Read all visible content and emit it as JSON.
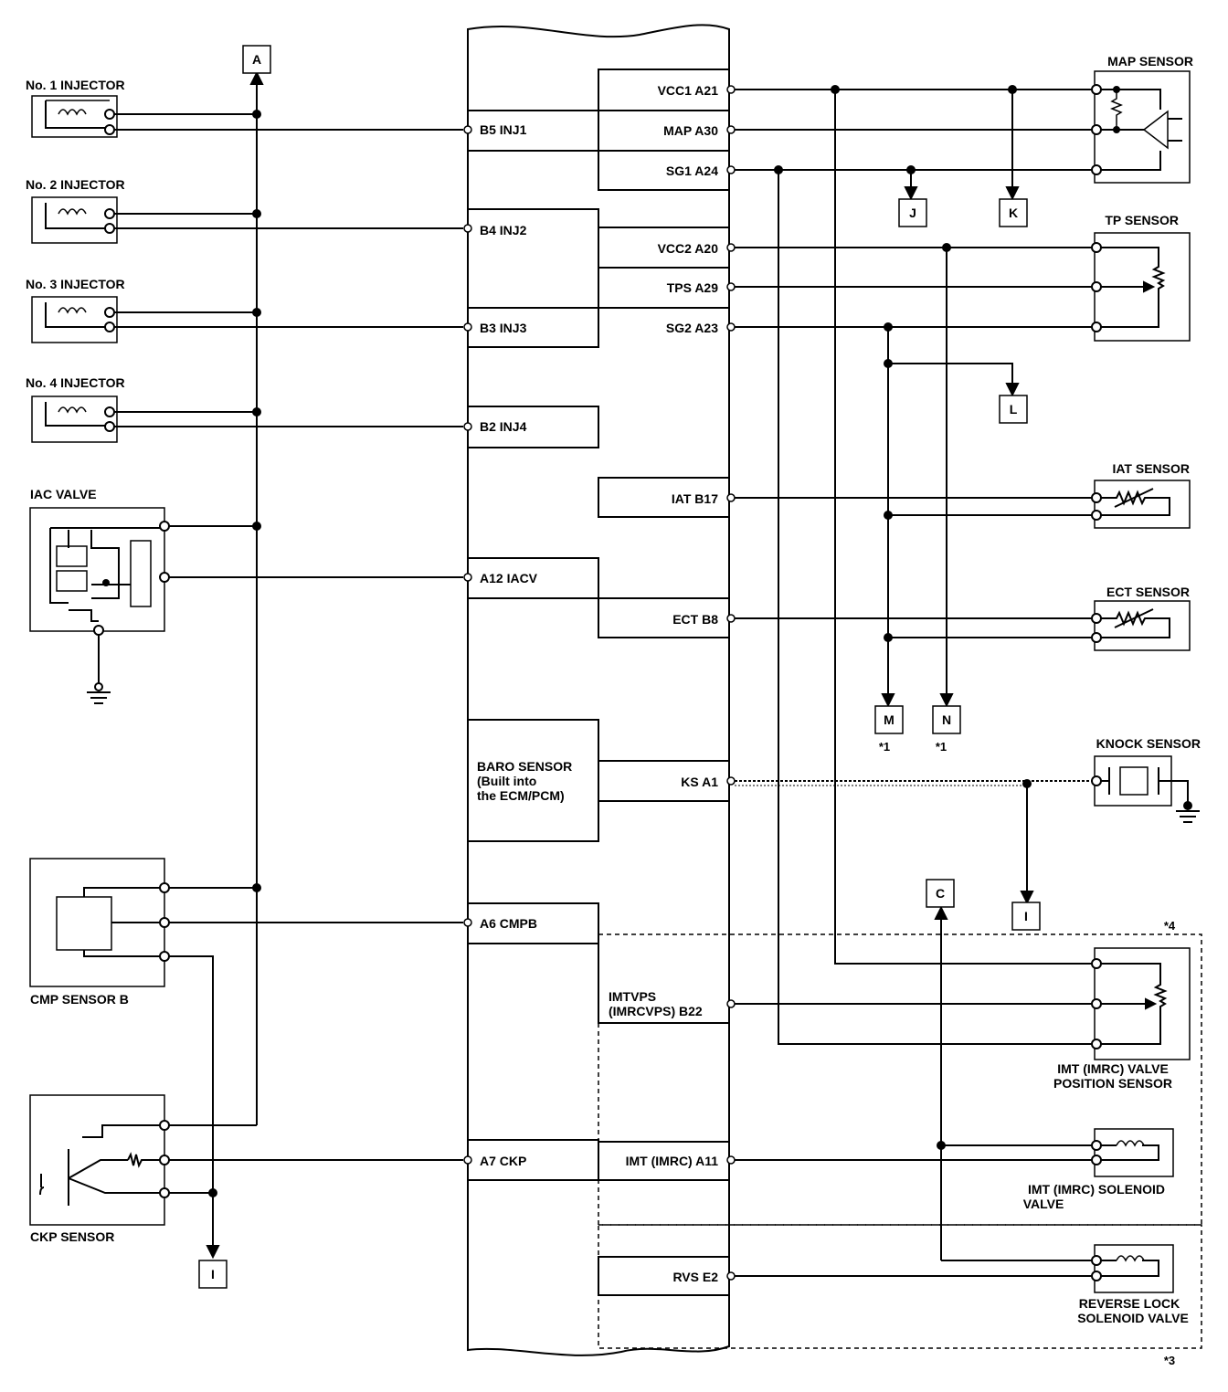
{
  "components": {
    "inj1": "No. 1 INJECTOR",
    "inj2": "No. 2 INJECTOR",
    "inj3": "No. 3 INJECTOR",
    "inj4": "No. 4 INJECTOR",
    "iac": "IAC VALVE",
    "cmp": "CMP SENSOR B",
    "ckp": "CKP SENSOR",
    "map": "MAP SENSOR",
    "tp": "TP SENSOR",
    "iat": "IAT SENSOR",
    "ect": "ECT SENSOR",
    "knock": "KNOCK SENSOR",
    "imt_pos_1": "IMT (IMRC) VALVE",
    "imt_pos_2": "POSITION SENSOR",
    "imt_sol_1": "IMT (IMRC) SOLENOID",
    "imt_sol_2": "VALVE",
    "rvs_1": "REVERSE LOCK",
    "rvs_2": "SOLENOID VALVE"
  },
  "ecm_pins_left": {
    "b5": "B5 INJ1",
    "b4": "B4 INJ2",
    "b3": "B3 INJ3",
    "b2": "B2 INJ4",
    "a12": "A12 IACV",
    "a6": "A6 CMPB",
    "a7": "A7 CKP"
  },
  "ecm_pins_right": {
    "vcc1": "VCC1 A21",
    "map": "MAP A30",
    "sg1": "SG1 A24",
    "vcc2": "VCC2 A20",
    "tps": "TPS A29",
    "sg2": "SG2 A23",
    "iat": "IAT B17",
    "ect": "ECT B8",
    "ks": "KS A1",
    "imtvps_1": "IMTVPS",
    "imtvps_2": "(IMRCVPS) B22",
    "imt": "IMT (IMRC) A11",
    "rvs": "RVS E2"
  },
  "baro": {
    "line1": "BARO SENSOR",
    "line2": "(Built into",
    "line3": "the ECM/PCM)"
  },
  "connectors": {
    "a": "A",
    "i_left": "I",
    "i_right": "I",
    "j": "J",
    "k": "K",
    "l": "L",
    "m": "M",
    "n": "N",
    "c": "C"
  },
  "notes": {
    "m": "*1",
    "n": "*1",
    "box4": "*4",
    "box3": "*3"
  }
}
